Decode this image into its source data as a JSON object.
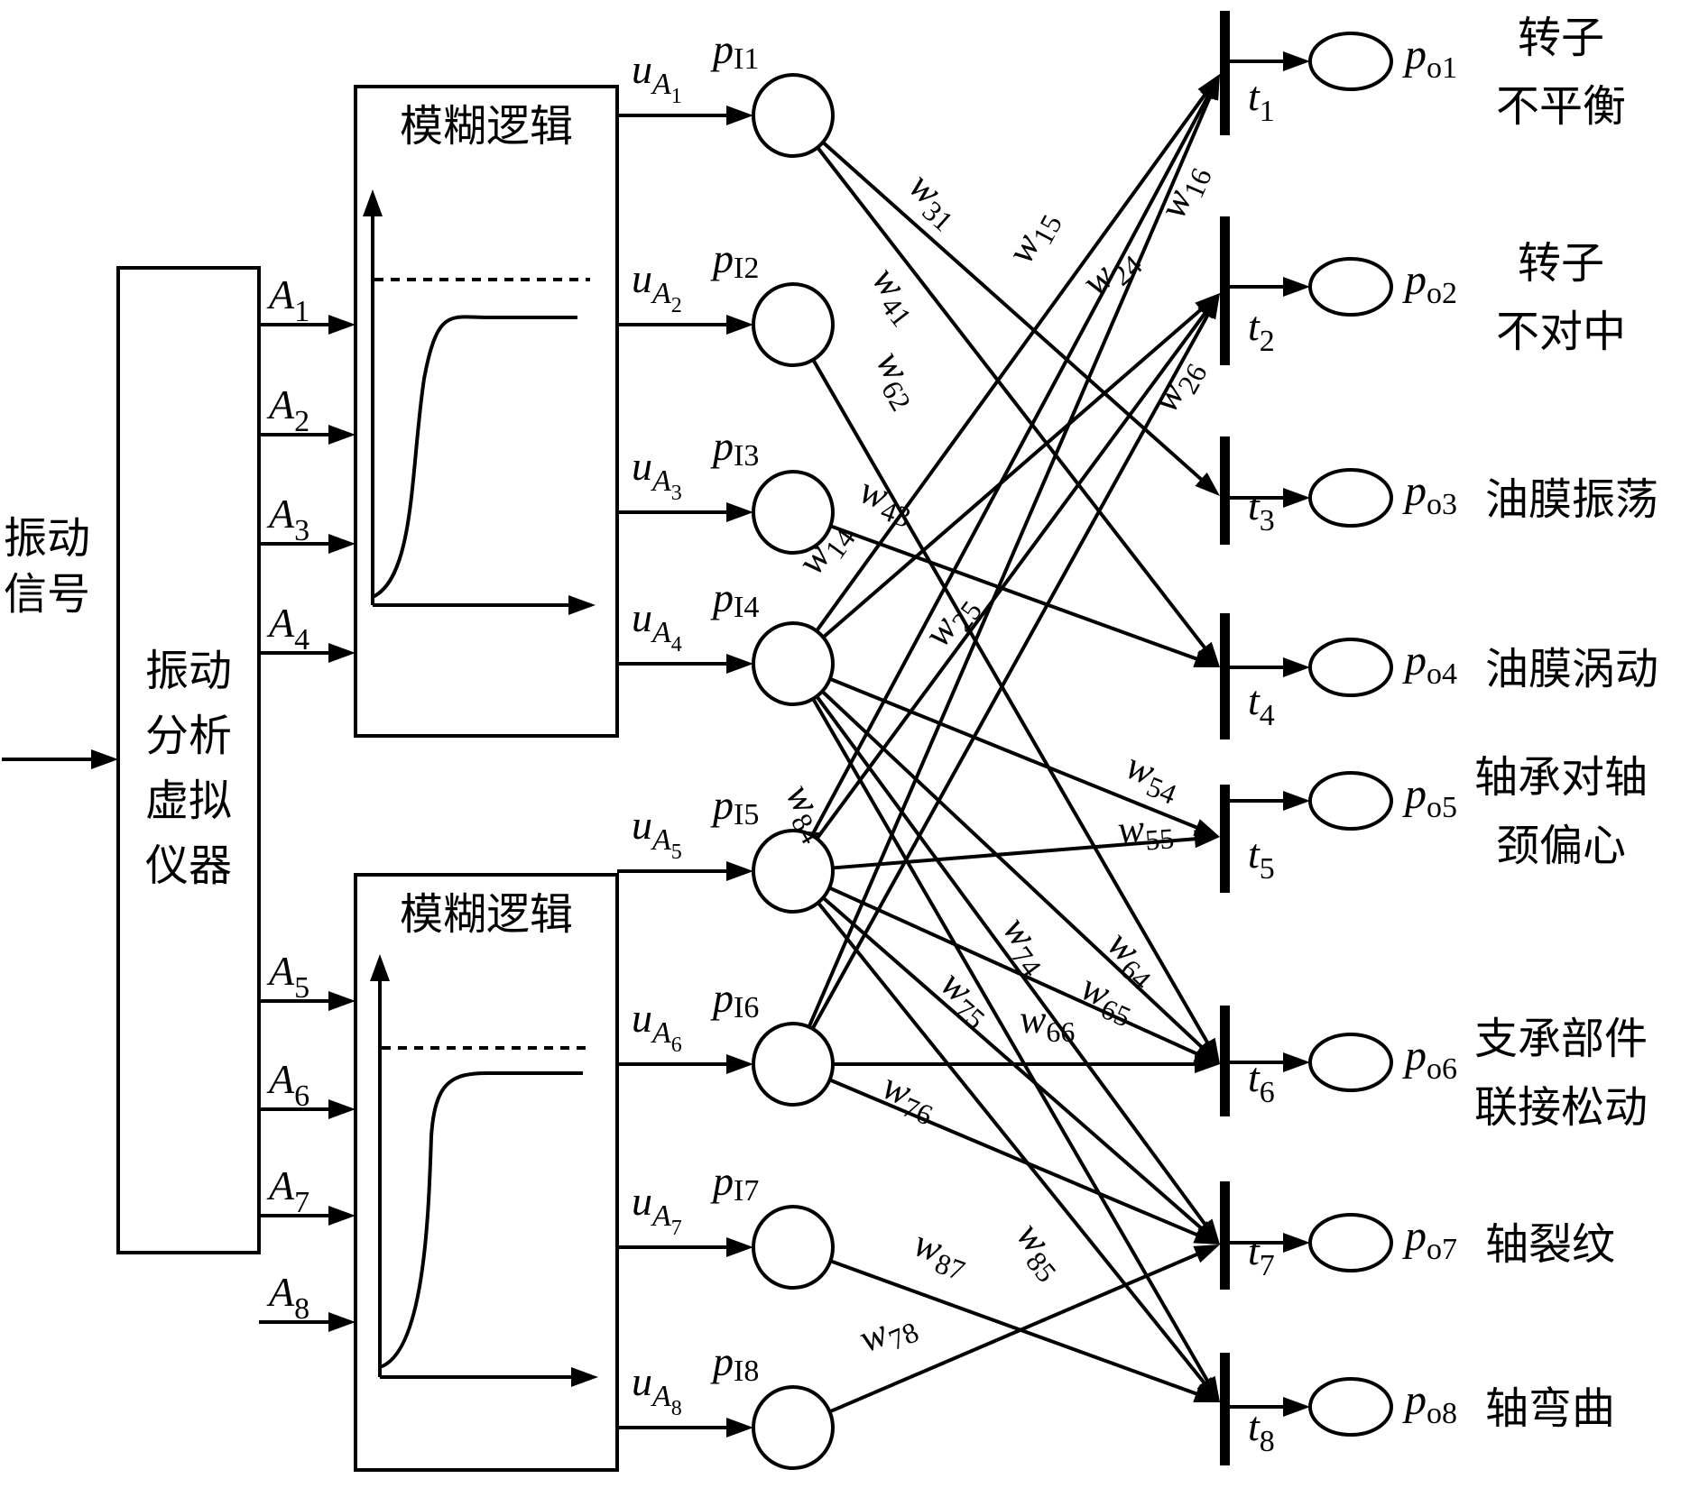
{
  "input_signal": {
    "line1": "振动",
    "line2": "信号"
  },
  "analyzer": {
    "lines": [
      "振动",
      "分析",
      "虚拟",
      "仪器"
    ]
  },
  "fuzzy_blocks": [
    {
      "title": "模糊逻辑",
      "inputs": [
        "A1",
        "A2",
        "A3",
        "A4"
      ]
    },
    {
      "title": "模糊逻辑",
      "inputs": [
        "A5",
        "A6",
        "A7",
        "A8"
      ]
    }
  ],
  "signals": [
    "A1",
    "A2",
    "A3",
    "A4",
    "A5",
    "A6",
    "A7",
    "A8"
  ],
  "input_places": [
    {
      "id": "pI1",
      "symbol": "p",
      "sub": "I1",
      "membership": "A1"
    },
    {
      "id": "pI2",
      "symbol": "p",
      "sub": "I2",
      "membership": "A2"
    },
    {
      "id": "pI3",
      "symbol": "p",
      "sub": "I3",
      "membership": "A3"
    },
    {
      "id": "pI4",
      "symbol": "p",
      "sub": "I4",
      "membership": "A4"
    },
    {
      "id": "pI5",
      "symbol": "p",
      "sub": "I5",
      "membership": "A5"
    },
    {
      "id": "pI6",
      "symbol": "p",
      "sub": "I6",
      "membership": "A6"
    },
    {
      "id": "pI7",
      "symbol": "p",
      "sub": "I7",
      "membership": "A7"
    },
    {
      "id": "pI8",
      "symbol": "p",
      "sub": "I8",
      "membership": "A8"
    }
  ],
  "transitions": [
    {
      "id": "t1",
      "symbol": "t",
      "sub": "1"
    },
    {
      "id": "t2",
      "symbol": "t",
      "sub": "2"
    },
    {
      "id": "t3",
      "symbol": "t",
      "sub": "3"
    },
    {
      "id": "t4",
      "symbol": "t",
      "sub": "4"
    },
    {
      "id": "t5",
      "symbol": "t",
      "sub": "5"
    },
    {
      "id": "t6",
      "symbol": "t",
      "sub": "6"
    },
    {
      "id": "t7",
      "symbol": "t",
      "sub": "7"
    },
    {
      "id": "t8",
      "symbol": "t",
      "sub": "8"
    }
  ],
  "output_places": [
    {
      "id": "po1",
      "symbol": "p",
      "sub": "o1",
      "fault": [
        "转子",
        "不平衡"
      ]
    },
    {
      "id": "po2",
      "symbol": "p",
      "sub": "o2",
      "fault": [
        "转子",
        "不对中"
      ]
    },
    {
      "id": "po3",
      "symbol": "p",
      "sub": "o3",
      "fault": [
        "油膜振荡"
      ]
    },
    {
      "id": "po4",
      "symbol": "p",
      "sub": "o4",
      "fault": [
        "油膜涡动"
      ]
    },
    {
      "id": "po5",
      "symbol": "p",
      "sub": "o5",
      "fault": [
        "轴承对轴",
        "颈偏心"
      ]
    },
    {
      "id": "po6",
      "symbol": "p",
      "sub": "o6",
      "fault": [
        "支承部件",
        "联接松动"
      ]
    },
    {
      "id": "po7",
      "symbol": "p",
      "sub": "o7",
      "fault": [
        "轴裂纹"
      ]
    },
    {
      "id": "po8",
      "symbol": "p",
      "sub": "o8",
      "fault": [
        "轴弯曲"
      ]
    }
  ],
  "arcs": [
    {
      "from": 1,
      "to": 3,
      "weight": "w",
      "sub": "31"
    },
    {
      "from": 1,
      "to": 4,
      "weight": "w",
      "sub": "41"
    },
    {
      "from": 2,
      "to": 6,
      "weight": "w",
      "sub": "62"
    },
    {
      "from": 3,
      "to": 4,
      "weight": "w",
      "sub": "43"
    },
    {
      "from": 4,
      "to": 1,
      "weight": "w",
      "sub": "14"
    },
    {
      "from": 4,
      "to": 2,
      "weight": "w",
      "sub": "24"
    },
    {
      "from": 4,
      "to": 5,
      "weight": "w",
      "sub": "54"
    },
    {
      "from": 4,
      "to": 6,
      "weight": "w",
      "sub": "64"
    },
    {
      "from": 4,
      "to": 7,
      "weight": "w",
      "sub": "74"
    },
    {
      "from": 4,
      "to": 8,
      "weight": "w",
      "sub": "84"
    },
    {
      "from": 5,
      "to": 1,
      "weight": "w",
      "sub": "15"
    },
    {
      "from": 5,
      "to": 2,
      "weight": "w",
      "sub": "25"
    },
    {
      "from": 5,
      "to": 5,
      "weight": "w",
      "sub": "55"
    },
    {
      "from": 5,
      "to": 6,
      "weight": "w",
      "sub": "65"
    },
    {
      "from": 5,
      "to": 7,
      "weight": "w",
      "sub": "75"
    },
    {
      "from": 5,
      "to": 8,
      "weight": "w",
      "sub": "85"
    },
    {
      "from": 6,
      "to": 1,
      "weight": "w",
      "sub": "16"
    },
    {
      "from": 6,
      "to": 2,
      "weight": "w",
      "sub": "26"
    },
    {
      "from": 6,
      "to": 6,
      "weight": "w",
      "sub": "66"
    },
    {
      "from": 6,
      "to": 7,
      "weight": "w",
      "sub": "76"
    },
    {
      "from": 7,
      "to": 8,
      "weight": "w",
      "sub": "87"
    },
    {
      "from": 8,
      "to": 7,
      "weight": "w",
      "sub": "78"
    }
  ]
}
